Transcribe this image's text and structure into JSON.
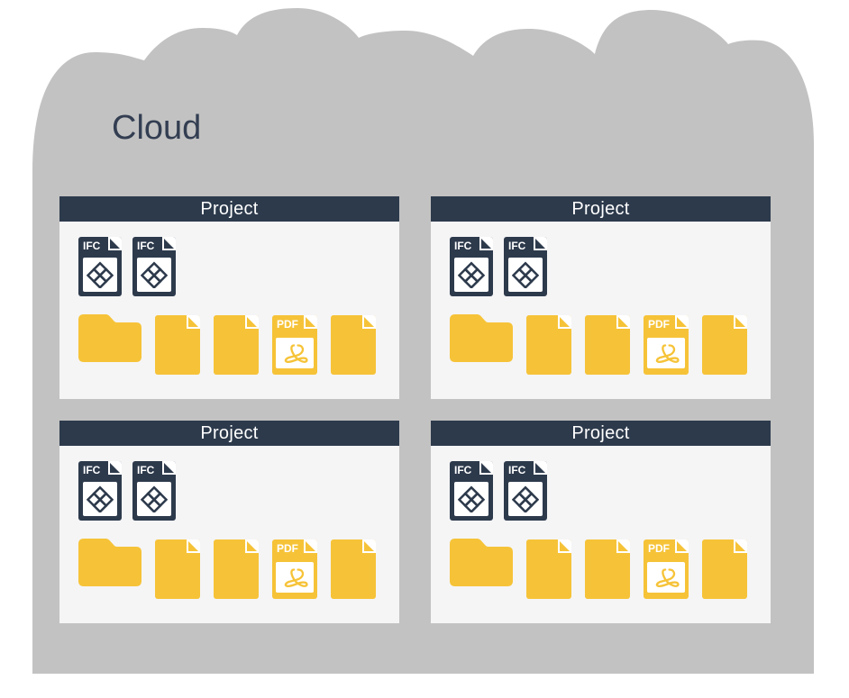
{
  "title": {
    "text": "Cloud"
  },
  "panels": [
    {
      "title": "Project"
    },
    {
      "title": "Project"
    },
    {
      "title": "Project"
    },
    {
      "title": "Project"
    }
  ],
  "labels": {
    "ifc": "IFC",
    "pdf": "PDF"
  },
  "panel_contents": {
    "ifc_files_per_panel": 2,
    "icon_row": [
      "folder",
      "document",
      "document",
      "pdf-document",
      "document"
    ]
  },
  "colors": {
    "background": "#ffffff",
    "cloud": "#c2c2c2",
    "navy": "#2d3a4c",
    "yellow": "#f6c338",
    "panel_background": "#f5f5f6",
    "header_text": "#ffffff",
    "title_text": "#333e52",
    "icon_inner_background": "#ffffff"
  },
  "icons": {
    "cloud_shape": "scalloped-cloud-silhouette",
    "ifc_file": "navy file with folded corner and buildingSMART knot logo",
    "buildingsmart_logo": "four interlocked diamond outlines",
    "folder": "yellow folder with tab",
    "document": "yellow file with folded corner",
    "pdf_file": "yellow file with folded corner and acrobat swirl",
    "acrobat_swirl": "looped ribbon glyph"
  }
}
